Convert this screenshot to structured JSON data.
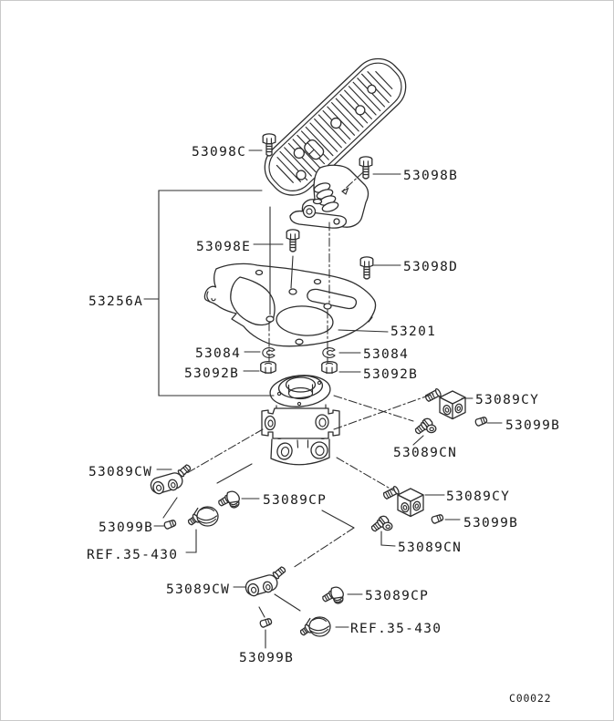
{
  "diagram": {
    "drawing_code": "C00022",
    "labels": {
      "bolt_c": "53098C",
      "bolt_b": "53098B",
      "bolt_e": "53098E",
      "bolt_d": "53098D",
      "pedal_assembly": "53256A",
      "plate": "53201",
      "clip_left": "53084",
      "clip_right": "53084",
      "nut_left": "53092B",
      "nut_right": "53092B",
      "cy_top_right": "53089CY",
      "plug_top_right": "53099B",
      "cn_top_right": "53089CN",
      "cw_left": "53089CW",
      "cp_left": "53089CP",
      "plug_left": "53099B",
      "ref_left": "REF.35-430",
      "cy_lower_right": "53089CY",
      "plug_lower_right": "53099B",
      "cn_lower_right": "53089CN",
      "cw_bottom": "53089CW",
      "cp_bottom": "53089CP",
      "ref_bottom": "REF.35-430",
      "plug_bottom": "53099B"
    }
  }
}
